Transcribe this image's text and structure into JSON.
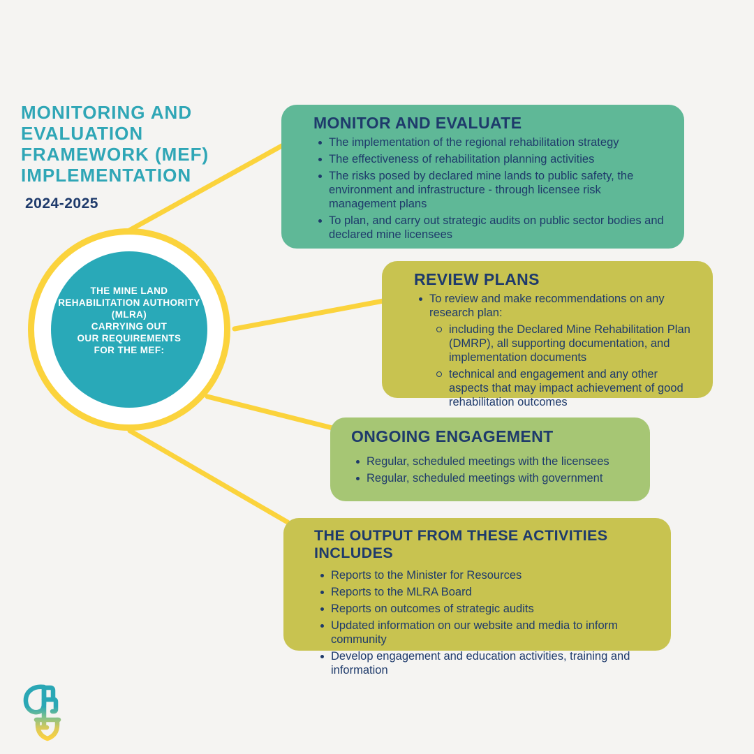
{
  "colors": {
    "background": "#F5F4F2",
    "connector_yellow": "#FBD33C",
    "hub_teal": "#29A9B8",
    "title_teal": "#2FA6B6",
    "text_navy": "#1E3A6B",
    "box_green": "#5FB897",
    "box_olive": "#C8C350",
    "box_light_green": "#A6C674",
    "ring_fill": "#FFFFFF"
  },
  "title": {
    "lines": [
      "MONITORING AND",
      "EVALUATION",
      "FRAMEWORK (MEF)",
      "IMPLEMENTATION"
    ],
    "period": "2024-2025"
  },
  "hub": {
    "lines": [
      "THE MINE LAND",
      "REHABILITATION AUTHORITY",
      "(MLRA)",
      "CARRYING OUT",
      "OUR REQUIREMENTS",
      "FOR THE MEF:"
    ]
  },
  "boxes": {
    "monitor": {
      "title": "MONITOR AND EVALUATE",
      "bullets": [
        "The implementation of the regional rehabilitation strategy",
        "The effectiveness of rehabilitation planning activities",
        "The risks posed by declared mine lands to public safety, the environment and infrastructure - through licensee risk management plans",
        "To plan, and carry out strategic audits on public sector bodies and declared mine licensees"
      ]
    },
    "review": {
      "title": "REVIEW PLANS",
      "bullet": "To review and make recommendations on any research plan:",
      "sub_bullets": [
        "including the Declared Mine Rehabilitation Plan (DMRP), all supporting documentation, and implementation documents",
        "technical and engagement and any other aspects that may impact achievement of good rehabilitation outcomes"
      ]
    },
    "engagement": {
      "title": "ONGOING ENGAGEMENT",
      "bullets": [
        "Regular, scheduled meetings with the licensees",
        "Regular, scheduled meetings with government"
      ]
    },
    "output": {
      "title": "THE OUTPUT FROM THESE ACTIVITIES INCLUDES",
      "bullets": [
        "Reports to the Minister for Resources",
        "Reports to the MLRA Board",
        "Reports on outcomes of strategic audits",
        "Updated information on our website and media to inform community",
        "Develop engagement and education activities, training and information"
      ]
    }
  },
  "logo": {
    "name": "mlra-sprout-shovel-logo"
  }
}
